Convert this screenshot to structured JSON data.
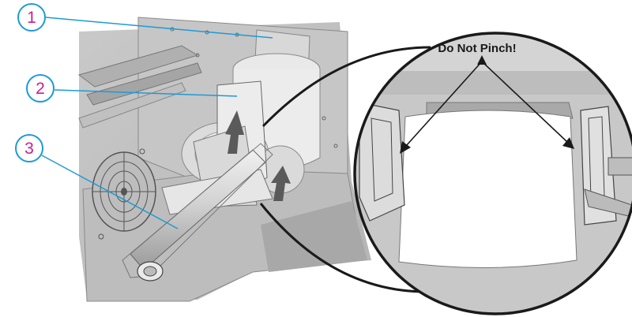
{
  "callouts": [
    {
      "number": "1"
    },
    {
      "number": "2"
    },
    {
      "number": "3"
    }
  ],
  "detail_label": "Do Not Pinch!",
  "colors": {
    "callout_circle": "#1e9ad6",
    "callout_number": "#c8208a",
    "leader_line": "#1e9ad6",
    "arrow_fill": "#5a5a5a"
  }
}
